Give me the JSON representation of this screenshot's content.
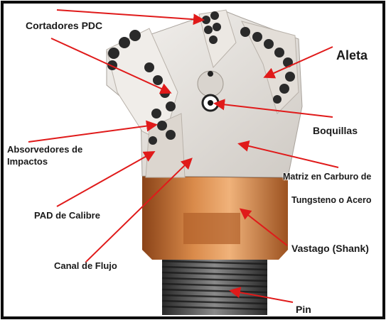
{
  "diagram": {
    "labels": {
      "cortadores_pdc": "Cortadores PDC",
      "aleta": "Aleta",
      "boquillas": "Boquillas",
      "absorvedores_line1": "Absorvedores de",
      "absorvedores_line2": "Impactos",
      "matriz_line1": "Matriz en Carburo de",
      "matriz_line2": "Tungsteno o Acero",
      "pad_calibre": "PAD de Calibre",
      "vastago": "Vastago (Shank)",
      "canal_flujo": "Canal de Flujo",
      "pin": "Pin"
    },
    "colors": {
      "frame": "#0d0d0d",
      "leader_arrow": "#e01a1a",
      "matrix_body": "#e9e6e2",
      "shank": "#c8702f",
      "pin_thread": "#3a3a3a",
      "cutter": "#2a2a2a"
    }
  }
}
